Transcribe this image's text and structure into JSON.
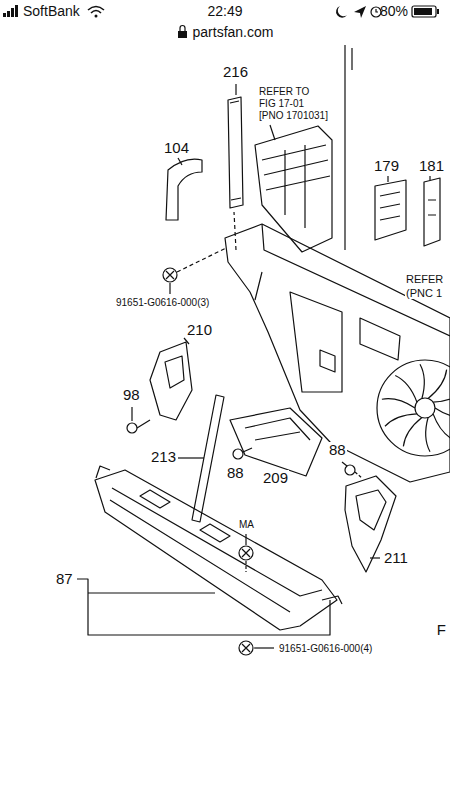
{
  "diagram": {
    "labels": [
      "SoftBank",
      "22:49",
      "80%",
      "partsfan.com",
      "216",
      "REFER TO",
      "FIG 17-01",
      "[PNO 1701031]",
      "104",
      "179",
      "181",
      "REFER",
      "(PNC 1",
      "91651-G0616-000(3)",
      "210",
      "98",
      "213",
      "88",
      "209",
      "88",
      "211",
      "MA",
      "87",
      "91651-G0616-000(4)",
      "F"
    ]
  }
}
